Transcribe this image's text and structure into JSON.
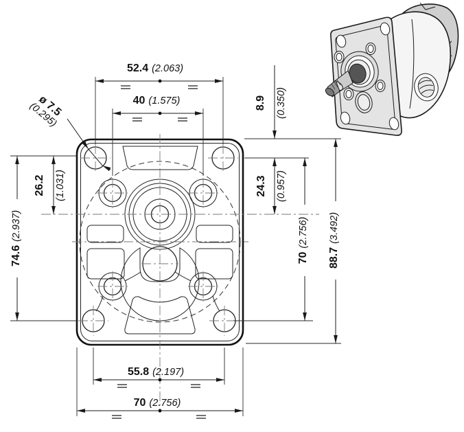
{
  "figure": {
    "kind": "gear-pump mounting flange dimensional drawing",
    "views": {
      "front": "flange front view with dimensions",
      "iso": "isometric pump illustration"
    }
  },
  "dims": {
    "top_hole_spacing": {
      "mm": "52.4",
      "inch": "(2.063)"
    },
    "port_hole_spacing": {
      "mm": "40",
      "inch": "(1.575)"
    },
    "top_edge_offset": {
      "mm": "8.9",
      "inch": "(0.350)"
    },
    "mount_hole_dia": {
      "mm": "ø 7.5",
      "inch": "(0.295)"
    },
    "left_hole_to_center": {
      "mm": "26.2",
      "inch": "(1.031)"
    },
    "right_hole_to_center": {
      "mm": "24.3",
      "inch": "(0.957)"
    },
    "vert_hole_spacing": {
      "mm": "74.6",
      "inch": "(2.937)"
    },
    "vert_center_span": {
      "mm": "70",
      "inch": "(2.756)"
    },
    "flange_height": {
      "mm": "88.7",
      "inch": "(3.492)"
    },
    "bottom_hole_spacing": {
      "mm": "55.8",
      "inch": "(2.197)"
    },
    "flange_width": {
      "mm": "70",
      "inch": "(2.756)"
    }
  },
  "colors": {
    "line": "#1a1a1a",
    "centerline": "#777777",
    "flange_fill": "#e4e4e4",
    "body_fill": "#f5f5f5",
    "rear_fill": "#cfcfcf",
    "background": "#ffffff"
  }
}
